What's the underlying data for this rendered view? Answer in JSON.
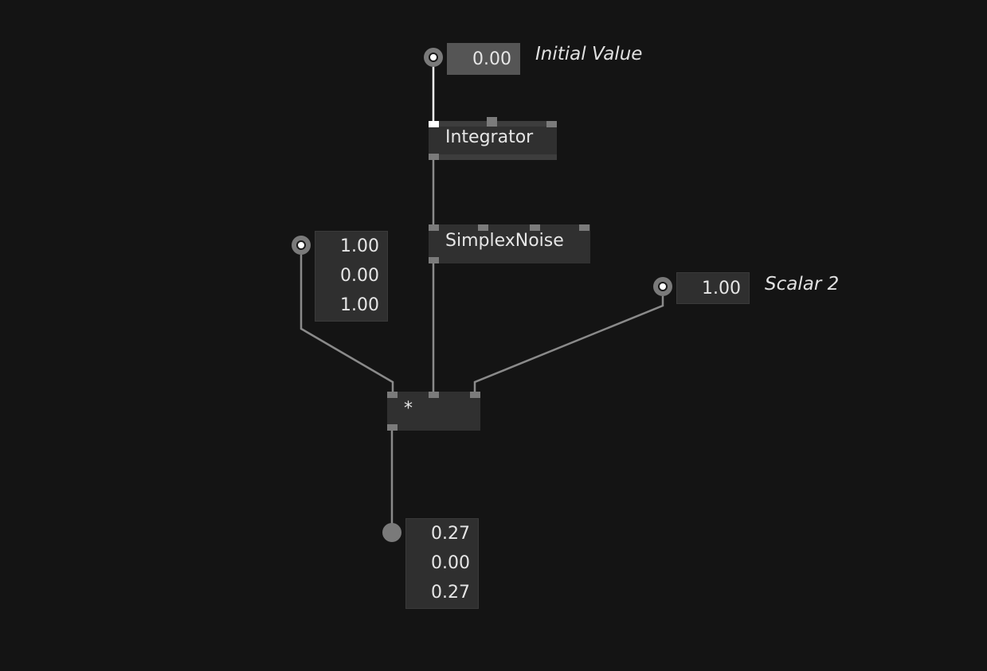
{
  "nodes": {
    "integrator": {
      "title": "Integrator"
    },
    "simplex_noise": {
      "title": "SimplexNoise"
    },
    "multiply": {
      "title": "*"
    }
  },
  "inputs": {
    "initial_value": {
      "value": "0.00",
      "caption": "Initial Value"
    },
    "vector_input": {
      "values": [
        "1.00",
        "0.00",
        "1.00"
      ]
    },
    "scalar_2": {
      "value": "1.00",
      "caption": "Scalar 2"
    }
  },
  "output": {
    "values": [
      "0.27",
      "0.00",
      "0.27"
    ]
  },
  "colors": {
    "background": "#141414",
    "node": "#303030",
    "pin": "#7b7b7b",
    "active_wire": "#ffffff",
    "wire": "#8a8a8a"
  }
}
